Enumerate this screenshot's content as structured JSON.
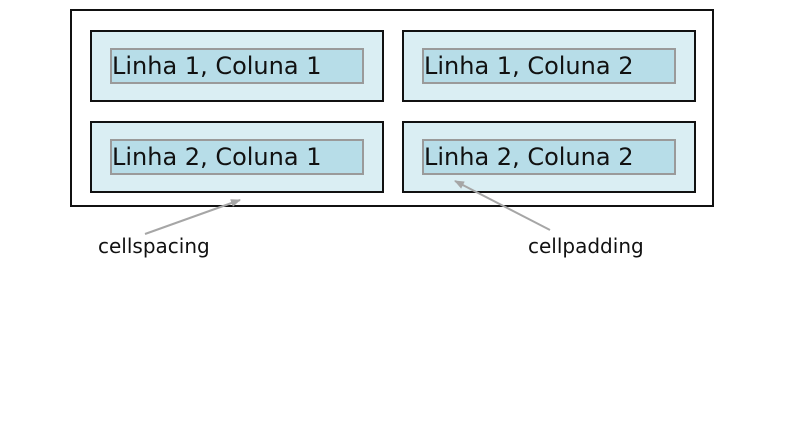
{
  "colors": {
    "cell_fill": "#daeef3",
    "content_fill": "#b7dde8",
    "border": "#111111",
    "content_border": "#9a9a9a",
    "arrow": "#a6a6a6"
  },
  "cells": [
    {
      "text": "Linha 1, Coluna 1"
    },
    {
      "text": "Linha 1, Coluna 2"
    },
    {
      "text": "Linha 2, Coluna 1"
    },
    {
      "text": "Linha 2, Coluna 2"
    }
  ],
  "annotations": {
    "cellspacing": "cellspacing",
    "cellpadding": "cellpadding"
  }
}
